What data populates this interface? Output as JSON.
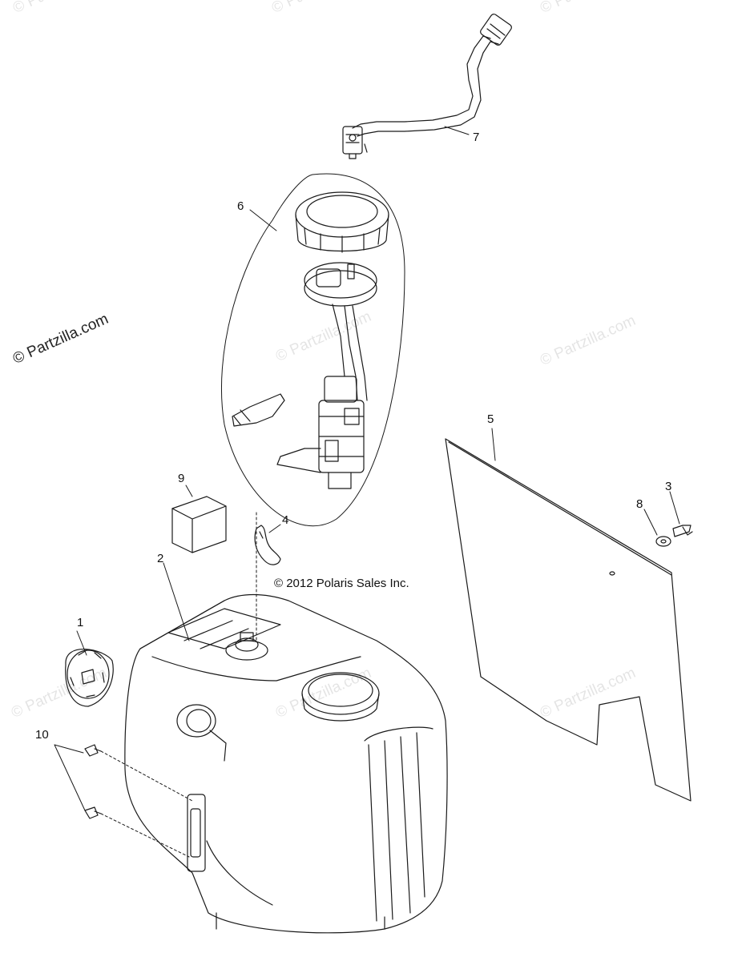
{
  "watermark": {
    "text": "© Partzilla.com"
  },
  "copyright": "© 2012 Polaris Sales Inc.",
  "callouts": {
    "c1": "1",
    "c2": "2",
    "c3": "3",
    "c4": "4",
    "c5": "5",
    "c6": "6",
    "c7": "7",
    "c8": "8",
    "c9": "9",
    "c10": "10"
  },
  "colors": {
    "line": "#1a1a1a",
    "background": "#ffffff"
  }
}
